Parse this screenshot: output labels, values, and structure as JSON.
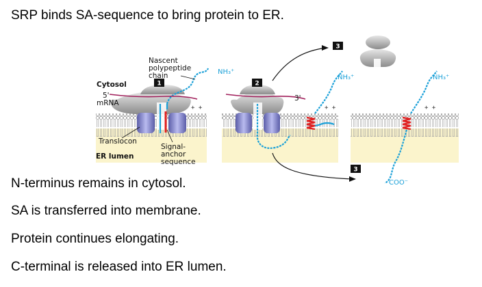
{
  "slide": {
    "title": "SRP binds SA-sequence to bring protein to ER.",
    "bullets": [
      "N-terminus remains in cytosol.",
      "SA is transferred into membrane.",
      "Protein continues elongating.",
      "C-terminal is released into ER lumen."
    ]
  },
  "diagram": {
    "labels": {
      "nascent": [
        "Nascent",
        "polypeptide",
        "chain"
      ],
      "cytosol": "Cytosol",
      "five_prime": "5'",
      "mrna": "mRNA",
      "three_prime": "3'",
      "translocon": "Translocon",
      "er_lumen": "ER lumen",
      "signal_anchor": [
        "Signal-",
        "anchor",
        "sequence"
      ],
      "nh3": "NH₃⁺",
      "coo": "COO⁻",
      "plus_charges": "+ +",
      "step1": "1",
      "step2": "2",
      "step3": "3"
    },
    "colors": {
      "cytosol_bg": "#ffffff",
      "lumen_bg": "#fbf4cc",
      "translocon": "#7d7fc8",
      "ribosome": "#b4b4b4",
      "polypeptide": "#1aa0d8",
      "signal_anchor": "#e02020",
      "mrna": "#a01e5a",
      "step_box": "#111111"
    }
  }
}
